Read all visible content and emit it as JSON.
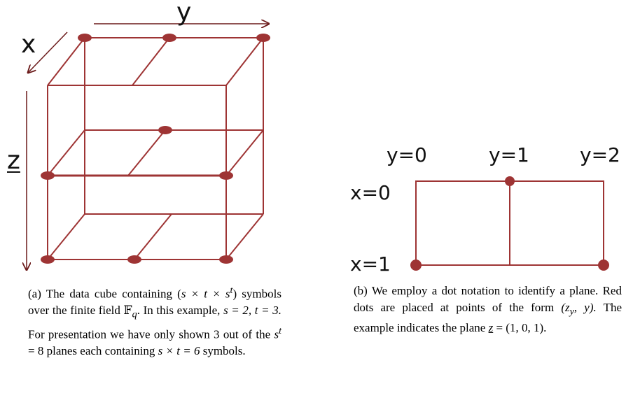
{
  "colors": {
    "line": "#9e3434",
    "dot": "#9e3434",
    "arrow": "#6b1a1a"
  },
  "figure_a": {
    "axis_x": "x",
    "axis_y": "y",
    "axis_z": "z",
    "caption_tag": "(a)",
    "caption_p1": "The data cube containing (",
    "caption_p2": ") symbols over the finite field",
    "caption_p3": "In this example,",
    "caption_p4": "For presentation we have only shown 3 out of the",
    "caption_p5": "planes each containing",
    "caption_p6": "symbols.",
    "math_dims": "s × t × s",
    "math_dims_sup": "t",
    "math_field": "𝔽",
    "math_field_sub": "q",
    "math_st": "s = 2, t = 3.",
    "math_planes": "s",
    "math_planes_sup": "t",
    "math_planes_eq": " = 8",
    "math_symbols": "s × t = 6"
  },
  "figure_b": {
    "y0": "y=0",
    "y1": "y=1",
    "y2": "y=2",
    "x0": "x=0",
    "x1": "x=1",
    "caption_tag": "(b)",
    "caption_p1": "We employ a dot notation to identify a plane. Red dots are placed at points of the form",
    "caption_p2": "The example indicates the plane",
    "math_point": "(z",
    "math_point_sub": "y",
    "math_point_end": ", y).",
    "math_plane_z": "z",
    "math_plane_val": " = (1, 0, 1)."
  }
}
